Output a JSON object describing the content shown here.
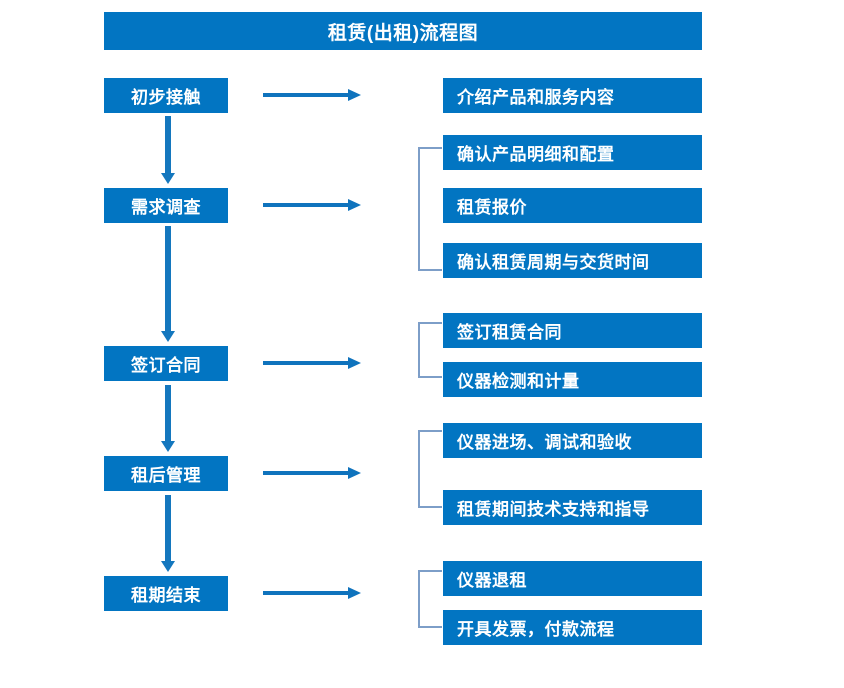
{
  "diagram": {
    "title": "租赁(出租)流程图",
    "colors": {
      "box_blue": "#0275C2",
      "arrow_blue": "#1477BE",
      "bracket_blue": "#7D9EC8",
      "text_white": "#FFFFFF",
      "background": "#FFFFFF"
    },
    "stages": [
      {
        "id": "stage-1",
        "label": "初步接触"
      },
      {
        "id": "stage-2",
        "label": "需求调查"
      },
      {
        "id": "stage-3",
        "label": "签订合同"
      },
      {
        "id": "stage-4",
        "label": "租后管理"
      },
      {
        "id": "stage-5",
        "label": "租期结束"
      }
    ],
    "details": [
      {
        "id": "detail-1",
        "label": "介绍产品和服务内容"
      },
      {
        "id": "detail-2",
        "label": "确认产品明细和配置"
      },
      {
        "id": "detail-3",
        "label": "租赁报价"
      },
      {
        "id": "detail-4",
        "label": "确认租赁周期与交货时间"
      },
      {
        "id": "detail-5",
        "label": "签订租赁合同"
      },
      {
        "id": "detail-6",
        "label": "仪器检测和计量"
      },
      {
        "id": "detail-7",
        "label": "仪器进场、调试和验收"
      },
      {
        "id": "detail-8",
        "label": "租赁期间技术支持和指导"
      },
      {
        "id": "detail-9",
        "label": "仪器退租"
      },
      {
        "id": "detail-10",
        "label": "开具发票，付款流程"
      }
    ],
    "groups": [
      {
        "id": "group-1",
        "members": [
          "detail-2",
          "detail-3",
          "detail-4"
        ]
      },
      {
        "id": "group-2",
        "members": [
          "detail-5",
          "detail-6"
        ]
      },
      {
        "id": "group-3",
        "members": [
          "detail-7",
          "detail-8"
        ]
      },
      {
        "id": "group-4",
        "members": [
          "detail-9",
          "detail-10"
        ]
      }
    ],
    "flow_arrows": {
      "vertical": [
        {
          "from": "stage-1",
          "to": "stage-2"
        },
        {
          "from": "stage-2",
          "to": "stage-3"
        },
        {
          "from": "stage-3",
          "to": "stage-4"
        },
        {
          "from": "stage-4",
          "to": "stage-5"
        }
      ],
      "horizontal": [
        {
          "from": "stage-1",
          "to": "group-intro"
        },
        {
          "from": "stage-2",
          "to": "group-1"
        },
        {
          "from": "stage-3",
          "to": "group-2"
        },
        {
          "from": "stage-4",
          "to": "group-3"
        },
        {
          "from": "stage-5",
          "to": "group-4"
        }
      ]
    }
  }
}
